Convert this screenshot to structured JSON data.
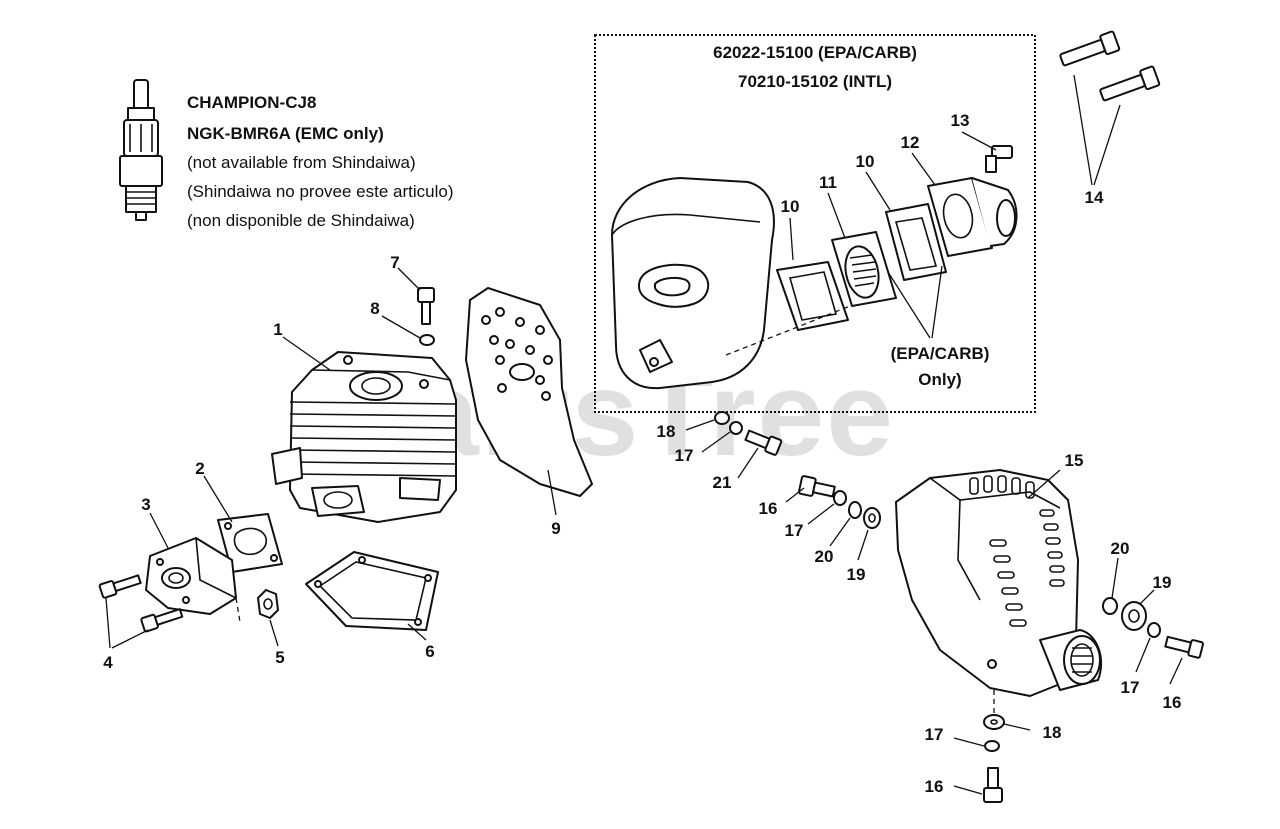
{
  "watermark": "PartsTree",
  "spark_plug_notes": {
    "line1": "CHAMPION-CJ8",
    "line2": "NGK-BMR6A (EMC only)",
    "line3": "(not available from Shindaiwa)",
    "line4": "(Shindaiwa no provee este articulo)",
    "line5": "(non disponible de Shindaiwa)"
  },
  "muffler_box": {
    "part_no_1": "62022-15100 (EPA/CARB)",
    "part_no_2": "70210-15102 (INTL)",
    "note_line1": "(EPA/CARB)",
    "note_line2": "Only)"
  },
  "callouts": {
    "c1": "1",
    "c2": "2",
    "c3": "3",
    "c4": "4",
    "c5": "5",
    "c6": "6",
    "c7": "7",
    "c8": "8",
    "c9": "9",
    "c10a": "10",
    "c10b": "10",
    "c11": "11",
    "c12": "12",
    "c13": "13",
    "c14": "14",
    "c15": "15",
    "c16a": "16",
    "c16b": "16",
    "c16c": "16",
    "c17a": "17",
    "c17b": "17",
    "c17c": "17",
    "c17d": "17",
    "c18a": "18",
    "c18b": "18",
    "c19a": "19",
    "c19b": "19",
    "c20a": "20",
    "c20b": "20",
    "c21": "21"
  }
}
